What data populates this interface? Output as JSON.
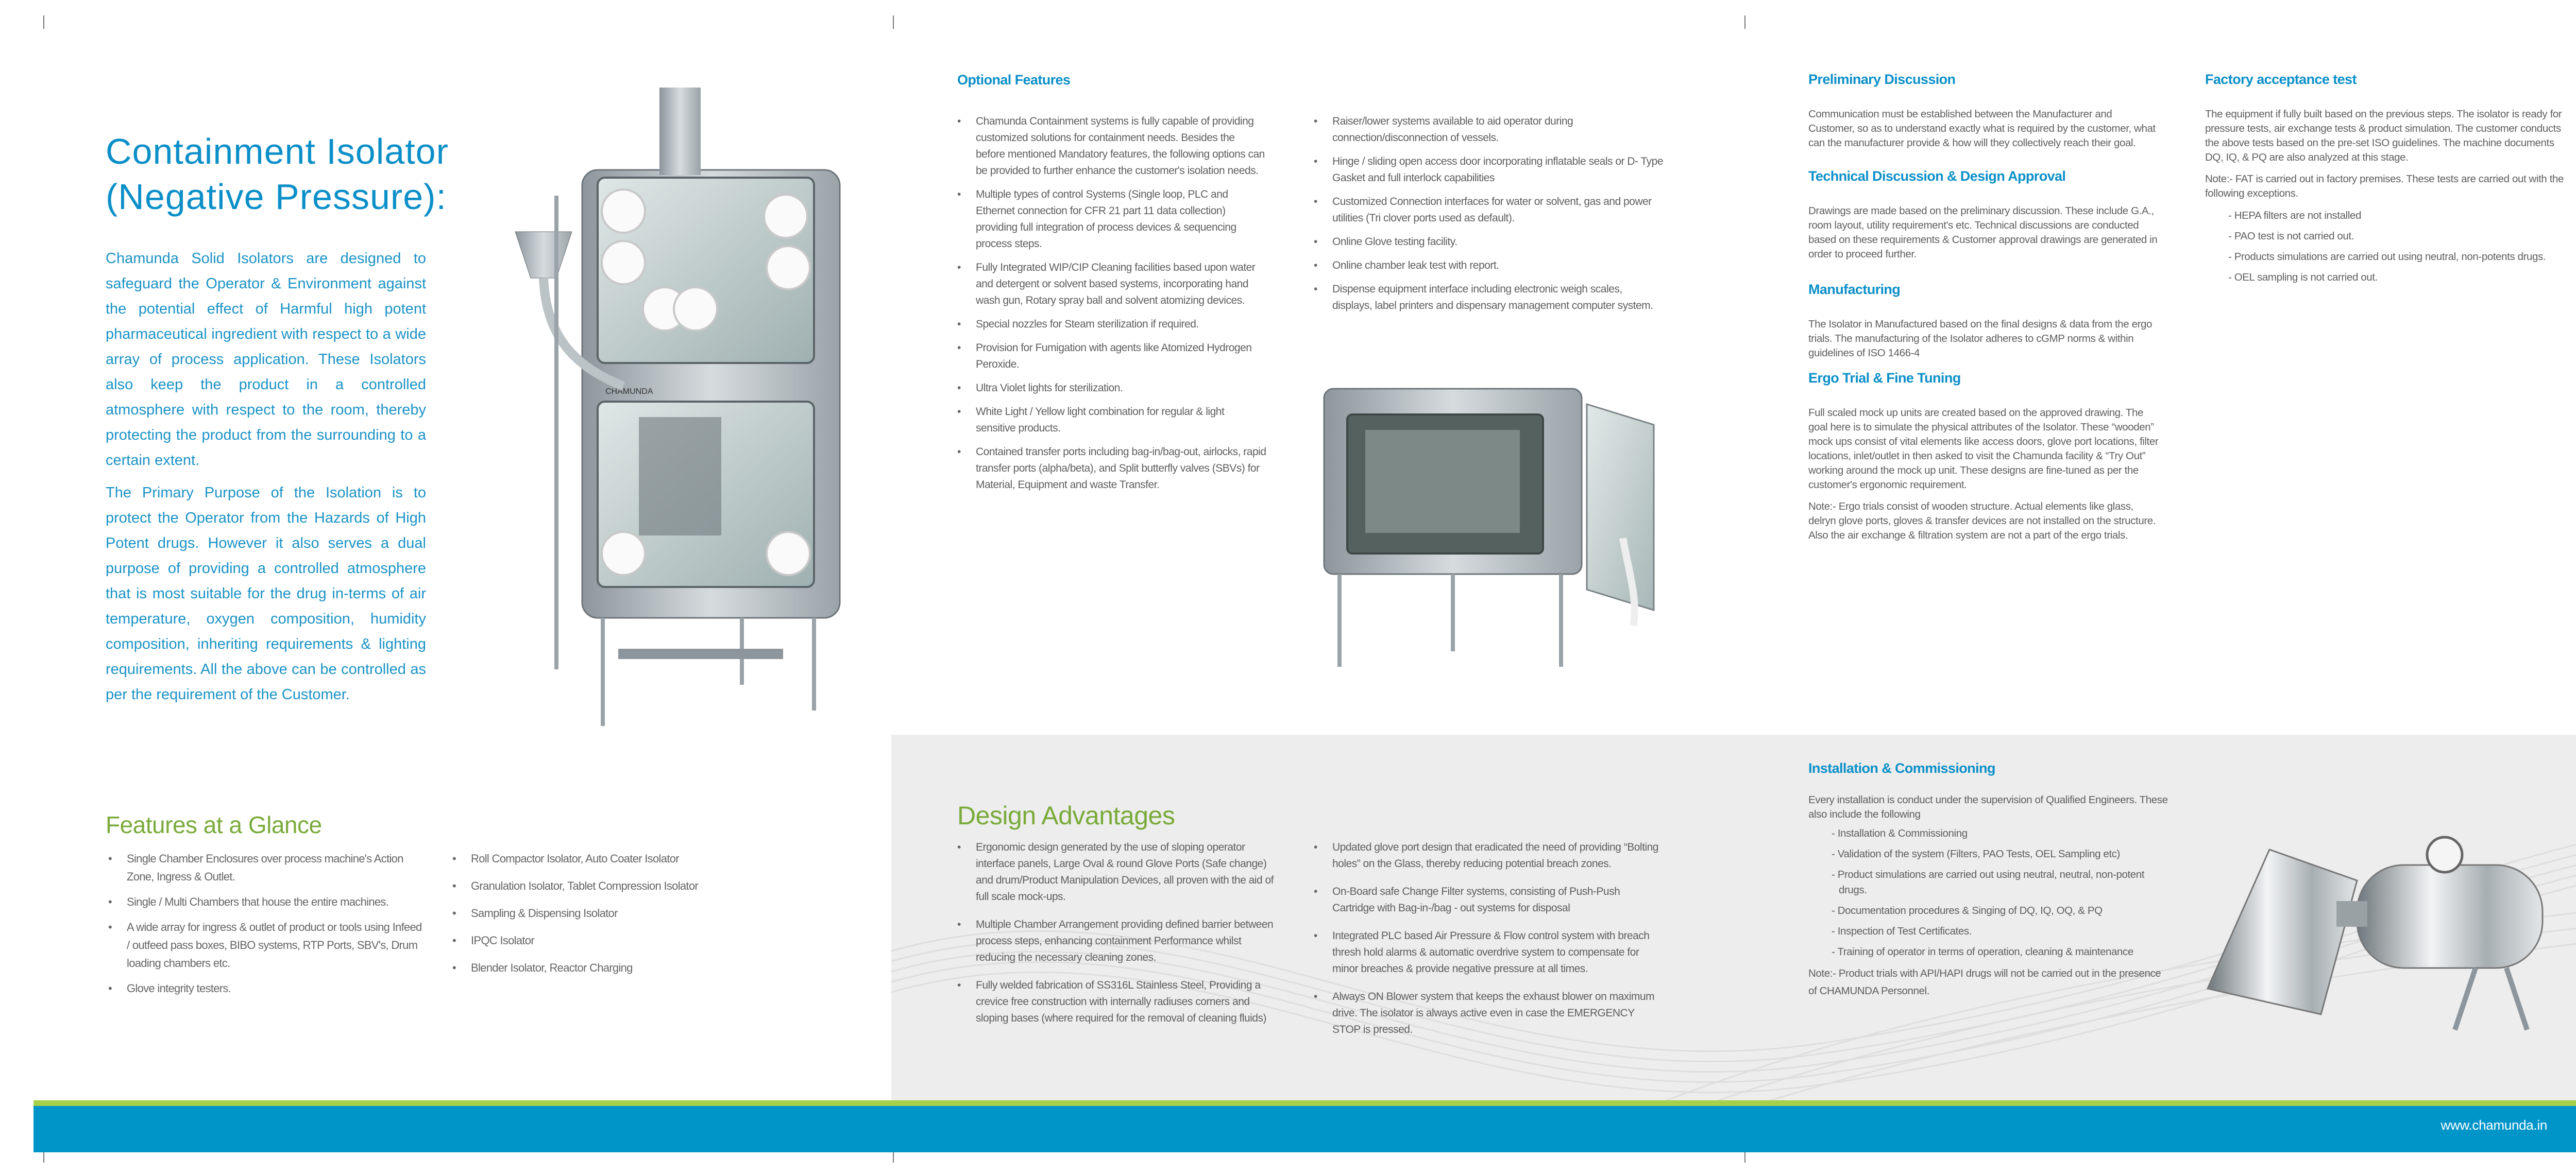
{
  "left": {
    "title_line1": "Containment Isolator",
    "title_line2": "(Negative Pressure):",
    "intro": [
      "Chamunda Solid Isolators are designed to safeguard the Operator & Environment against the potential effect  of Harmful high potent pharmaceutical ingredient with respect to a wide array of process application. These Isolators also keep the product in a controlled atmosphere with respect to the room, thereby protecting the product from the surrounding to a certain extent.",
      "The Primary Purpose of the Isolation is to protect the Operator from the Hazards of High Potent drugs. However it also serves a dual purpose of providing a controlled atmosphere that is most suitable for the drug in-terms of air temperature, oxygen composition, humidity composition, inheriting requirements & lighting requirements.   All the above can be controlled as per the requirement of the Customer."
    ],
    "machine_label": "CHAMUNDA",
    "features": {
      "heading": "Features at a Glance",
      "col1": [
        "Single Chamber Enclosures over process machine's Action Zone, Ingress & Outlet.",
        "Single / Multi Chambers that house the entire machines.",
        "A wide array for ingress & outlet of product or tools using Infeed / outfeed pass boxes, BIBO systems, RTP Ports, SBV's, Drum loading chambers etc.",
        "Glove integrity testers."
      ],
      "col2": [
        "Roll Compactor Isolator, Auto Coater Isolator",
        "Granulation Isolator, Tablet Compression Isolator",
        "Sampling & Dispensing Isolator",
        "IPQC Isolator",
        "Blender Isolator, Reactor Charging"
      ]
    }
  },
  "optional": {
    "heading": "Optional Features",
    "col1": [
      "Chamunda Containment systems is fully capable of providing customized solutions for containment needs. Besides the before mentioned Mandatory features, the following options can be provided to further enhance the customer's isolation needs.",
      "Multiple types of control Systems (Single loop, PLC and Ethernet connection for CFR 21 part 11 data collection) providing full integration of process devices & sequencing process steps.",
      "Fully Integrated WIP/CIP Cleaning facilities based upon water and detergent or solvent based systems, incorporating hand wash gun, Rotary spray ball and solvent atomizing devices.",
      "Special nozzles for Steam sterilization if required.",
      "Provision for Fumigation with agents like Atomized Hydrogen Peroxide.",
      "Ultra Violet lights for sterilization.",
      "White Light / Yellow light combination for regular & light sensitive products.",
      "Contained transfer ports including bag-in/bag-out, airlocks, rapid transfer ports (alpha/beta), and Split butterfly valves (SBVs) for Material, Equipment and waste Transfer."
    ],
    "col2": [
      "Raiser/lower systems available to aid operator during connection/disconnection of vessels.",
      "Hinge / sliding open access door incorporating inflatable seals or D- Type Gasket and full interlock capabilities",
      "Customized Connection interfaces for water or solvent, gas and power utilities (Tri clover ports used as default).",
      "Online Glove testing facility.",
      "Online chamber leak test with report.",
      "Dispense equipment interface including electronic weigh scales, displays, label printers and dispensary management computer system."
    ]
  },
  "design": {
    "heading": "Design Advantages",
    "col1": [
      "Ergonomic design generated by the use of sloping operator interface panels, Large Oval & round Glove Ports (Safe change) and drum/Product Manipulation Devices, all proven with the aid of full scale mock-ups.",
      "Multiple Chamber Arrangement providing defined barrier between process steps, enhancing containment Performance whilst reducing the necessary cleaning zones.",
      "Fully welded fabrication of SS316L Stainless Steel, Providing a crevice free construction with internally radiuses corners and sloping bases (where required for the removal of cleaning fluids)"
    ],
    "col2": [
      "Updated glove port design that eradicated the need of providing “Bolting holes” on the Glass, thereby reducing potential breach zones.",
      "On-Board safe Change Filter systems, consisting of Push-Push Cartridge with Bag-in-/bag - out systems for disposal",
      "Integrated PLC based Air Pressure & Flow control system with breach thresh hold alarms & automatic overdrive system to compensate for minor breaches & provide negative pressure at all times.",
      "Always ON Blower system that keeps the exhaust blower on maximum drive. The isolator is always active even in case the EMERGENCY STOP is pressed."
    ]
  },
  "process": {
    "preliminary": {
      "heading": "Preliminary Discussion",
      "body": "Communication must be established between the Manufacturer and Customer, so as to understand exactly what is required by the customer, what can the manufacturer provide & how will they collectively reach their goal."
    },
    "technical": {
      "heading": "Technical Discussion & Design Approval",
      "body": "Drawings are made based on the preliminary discussion. These include G.A., room layout, utility requirement's etc. Technical discussions are conducted based on these requirements & Customer approval drawings are generated in order to proceed further."
    },
    "manufacturing": {
      "heading": "Manufacturing",
      "body": "The Isolator in Manufactured based on the final designs & data from the ergo trials. The manufacturing of the Isolator adheres to cGMP norms & within guidelines of ISO 1466-4"
    },
    "ergo": {
      "heading": "Ergo Trial & Fine Tuning",
      "body": "Full scaled mock up units are created based on the approved drawing. The goal here is to simulate the physical attributes of the Isolator. These “wooden” mock ups consist of vital elements like access doors, glove port locations, filter locations, inlet/outlet in then asked to visit the Chamunda facility & “Try Out” working around the mock up unit. These designs are fine-tuned as per the customer's ergonomic requirement.",
      "note": "Note:- Ergo trials consist of wooden structure. Actual elements like glass, delryn glove ports, gloves & transfer devices are not installed on the structure. Also the air exchange & filtration system are not a part of the ergo trials."
    },
    "fat": {
      "heading": "Factory acceptance test",
      "body": "The equipment if fully built based on the previous steps. The isolator is ready for pressure tests, air exchange tests & product simulation. The customer conducts the above tests based on the pre-set ISO guidelines. The machine documents DQ, IQ, & PQ are also analyzed at this stage.",
      "note": "Note:- FAT is carried out in factory premises. These tests are carried out with the following exceptions.",
      "exceptions": [
        "- HEPA filters are not installed",
        "- PAO test is not carried out.",
        "- Products simulations are carried out using neutral, non-potents drugs.",
        "- OEL sampling is not carried out."
      ]
    },
    "installation": {
      "heading": "Installation & Commissioning",
      "body": "Every installation is conduct under the supervision of Qualified Engineers. These also include the following",
      "items": [
        "- Installation & Commissioning",
        "- Validation of the system (Filters, PAO Tests, OEL Sampling etc)",
        "- Product simulations are carried out using neutral, neutral, non-potent drugs.",
        "- Documentation procedures & Singing of DQ, IQ, OQ, & PQ",
        "- Inspection of Test Certificates.",
        "- Training of operator in terms of operation, cleaning & maintenance"
      ],
      "note": "Note:- Product trials with API/HAPI drugs will not be carried out in the presence of CHAMUNDA Personnel."
    }
  },
  "footer": {
    "url": "www.chamunda.in"
  },
  "colors": {
    "brand_blue": "#0095c9",
    "accent_green": "#a6cf4a",
    "heading_green": "#7aaa3a"
  }
}
